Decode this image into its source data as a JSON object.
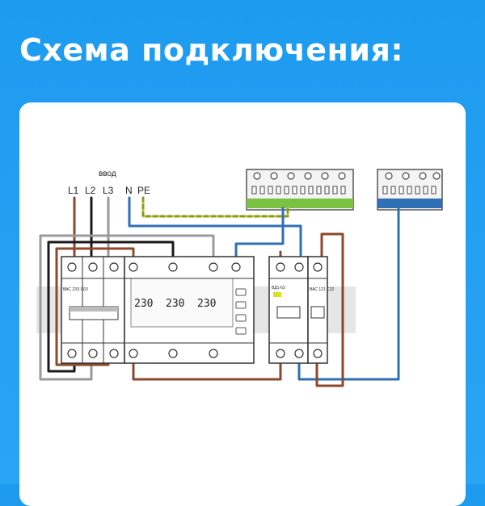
{
  "header": {
    "title": "Схема подключения:"
  },
  "diagram": {
    "input_caption": "ввод",
    "terminals": [
      "L1",
      "L2",
      "L3",
      "N",
      "PE"
    ],
    "meter_readings": [
      "230",
      "230",
      "230"
    ],
    "breaker_label_3p": "ВАС 2ЗЗ\nС63",
    "breaker_label_1p": "ВАС 121\nС32",
    "rcd_label": "ВД1-63",
    "colors": {
      "accent_background": "#1d9bf0",
      "phase_brown": "#8b4a2b",
      "phase_black": "#1a1a1a",
      "phase_grey": "#9a9a9a",
      "neutral_blue": "#2f6fb5",
      "earth_green_yellow": "#c8d630",
      "busbar_green": "#7cc242",
      "busbar_blue": "#2f6fb5"
    }
  }
}
